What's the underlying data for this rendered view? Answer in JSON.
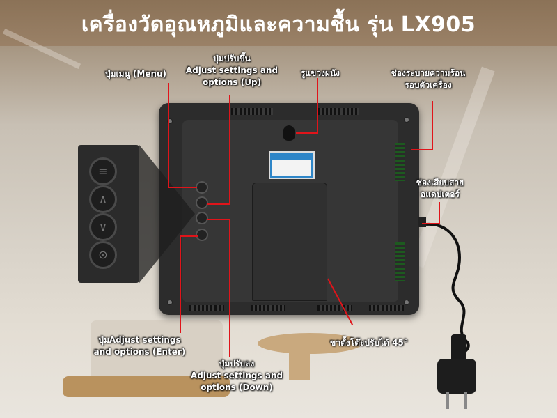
{
  "title": "เครื่องวัดอุณหภูมิและความชื้น รุ่น LX905",
  "labels": {
    "menu": "ปุ่มเมนู (Menu)",
    "up_th": "ปุ่มปรับขึ้น",
    "up_en": "Adjust settings and options (Up)",
    "wall_hole": "รูแขวงผนัง",
    "vent_1": "ช่องระบายความร้อน",
    "vent_2": "รอบตัวเครื่อง",
    "adapter_1": "ช่องเสียบสาย",
    "adapter_2": "อแดปเตอร์",
    "enter_1": "ปุ่มAdjust settings",
    "enter_2": "and options (Enter)",
    "down_th": "ปุ่มปรับลง",
    "down_en_1": "Adjust settings and",
    "down_en_2": "options (Down)",
    "stand": "ขาตั้งโต๊ะปรับได้ 45°"
  },
  "colors": {
    "accent": "#e0141a",
    "title_band": "#8b7257",
    "device": "#2c2c2c"
  }
}
